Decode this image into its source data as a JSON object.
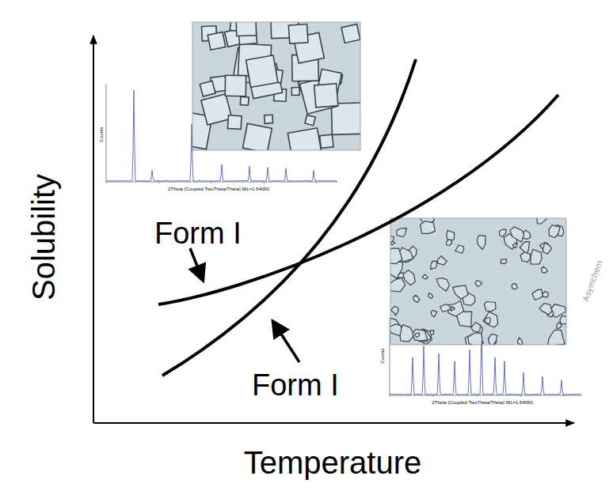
{
  "diagram": {
    "labels": [
      "Solubility",
      "Temperature",
      "Form I",
      "Form I",
      "Counts",
      "2Theta (Coupled TwoTheta/Theta) WL=1.54060",
      "Counts",
      "2Theta (Coupled TwoTheta/Theta) WL=1.54060",
      "Asymchem"
    ]
  }
}
